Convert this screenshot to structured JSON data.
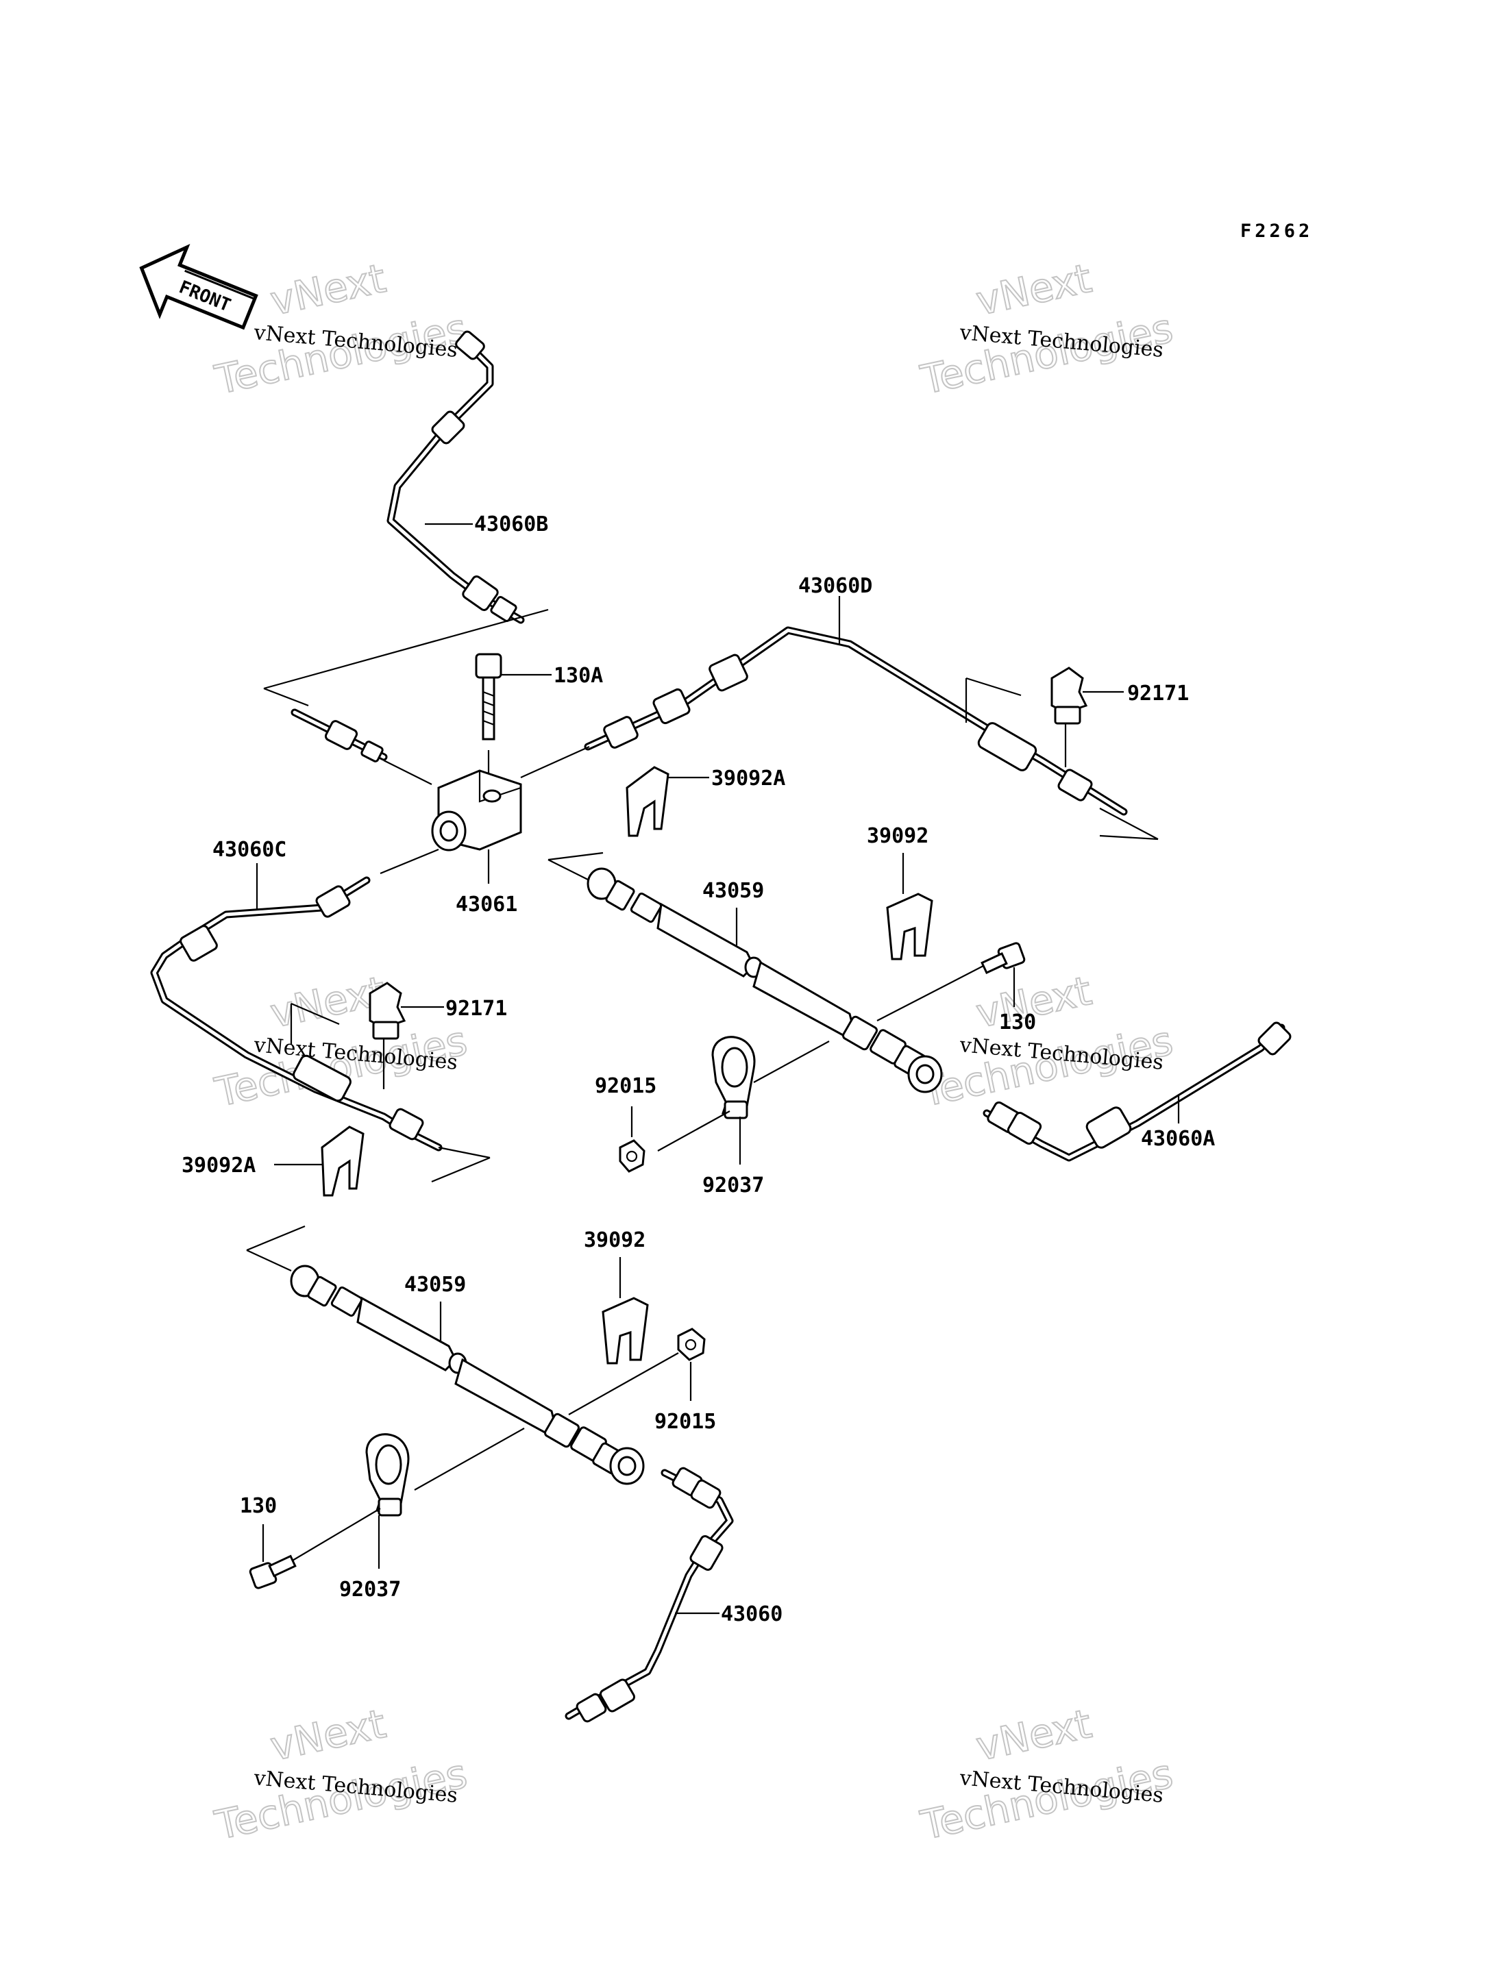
{
  "diagram": {
    "figure_code": "F2262",
    "front_label": "FRONT",
    "parts": [
      {
        "id": "p-43060b",
        "label": "43060B"
      },
      {
        "id": "p-43060d",
        "label": "43060D"
      },
      {
        "id": "p-130a",
        "label": "130A"
      },
      {
        "id": "p-92171-top",
        "label": "92171"
      },
      {
        "id": "p-39092a-top",
        "label": "39092A"
      },
      {
        "id": "p-43060c",
        "label": "43060C"
      },
      {
        "id": "p-39092-top",
        "label": "39092"
      },
      {
        "id": "p-43059-top",
        "label": "43059"
      },
      {
        "id": "p-43061",
        "label": "43061"
      },
      {
        "id": "p-92171-mid",
        "label": "92171"
      },
      {
        "id": "p-130-right",
        "label": "130"
      },
      {
        "id": "p-92015-top",
        "label": "92015"
      },
      {
        "id": "p-43060a",
        "label": "43060A"
      },
      {
        "id": "p-92037-top",
        "label": "92037"
      },
      {
        "id": "p-39092a-mid",
        "label": "39092A"
      },
      {
        "id": "p-39092-low",
        "label": "39092"
      },
      {
        "id": "p-43059-low",
        "label": "43059"
      },
      {
        "id": "p-92015-low",
        "label": "92015"
      },
      {
        "id": "p-130-low",
        "label": "130"
      },
      {
        "id": "p-92037-low",
        "label": "92037"
      },
      {
        "id": "p-43060",
        "label": "43060"
      }
    ],
    "watermark": {
      "brand_small": "vNext Technologies",
      "brand_large_top": "vNext",
      "brand_large_bottom": "Technologies"
    }
  }
}
